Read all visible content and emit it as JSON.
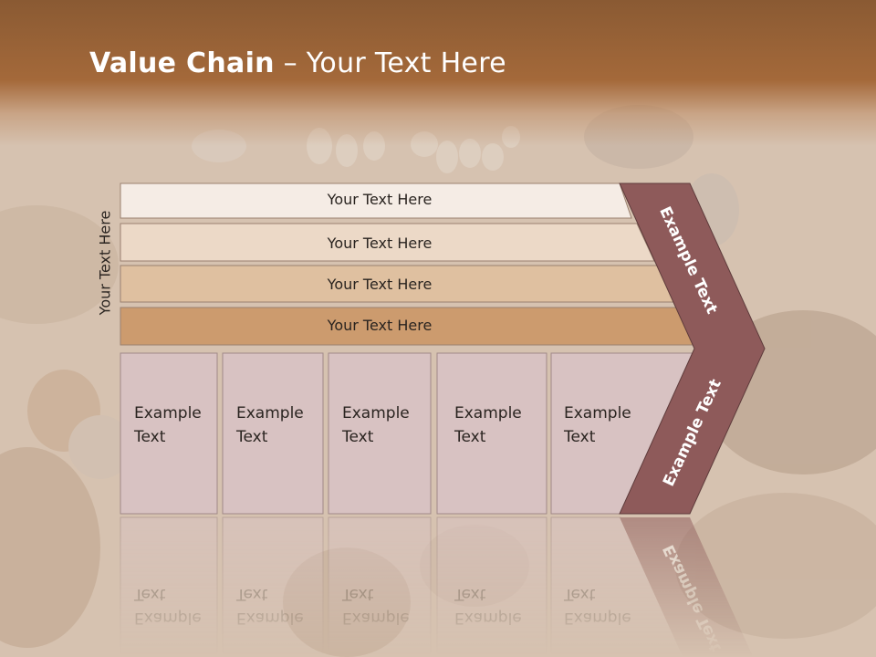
{
  "title": {
    "bold_part": "Value Chain",
    "rest_part": " – Your Text Here"
  },
  "side_label": "Your Text Here",
  "bands": [
    {
      "label": "Your Text Here",
      "color": "#f5ece5"
    },
    {
      "label": "Your Text Here",
      "color": "#ecd9c7"
    },
    {
      "label": "Your Text Here",
      "color": "#dfc0a0"
    },
    {
      "label": "Your Text Here",
      "color": "#cc9b6e"
    }
  ],
  "activities": [
    {
      "line1": "Example",
      "line2": "Text"
    },
    {
      "line1": "Example",
      "line2": "Text"
    },
    {
      "line1": "Example",
      "line2": "Text"
    },
    {
      "line1": "Example",
      "line2": "Text"
    },
    {
      "line1": "Example",
      "line2": "Text"
    }
  ],
  "chevron": {
    "upper_label": "Example Text",
    "lower_label": "Example Text",
    "color": "#8e5a5a"
  },
  "colors": {
    "box_fill": "#d8c2c2",
    "box_stroke": "#a08888",
    "title_band": "#a4693a"
  }
}
